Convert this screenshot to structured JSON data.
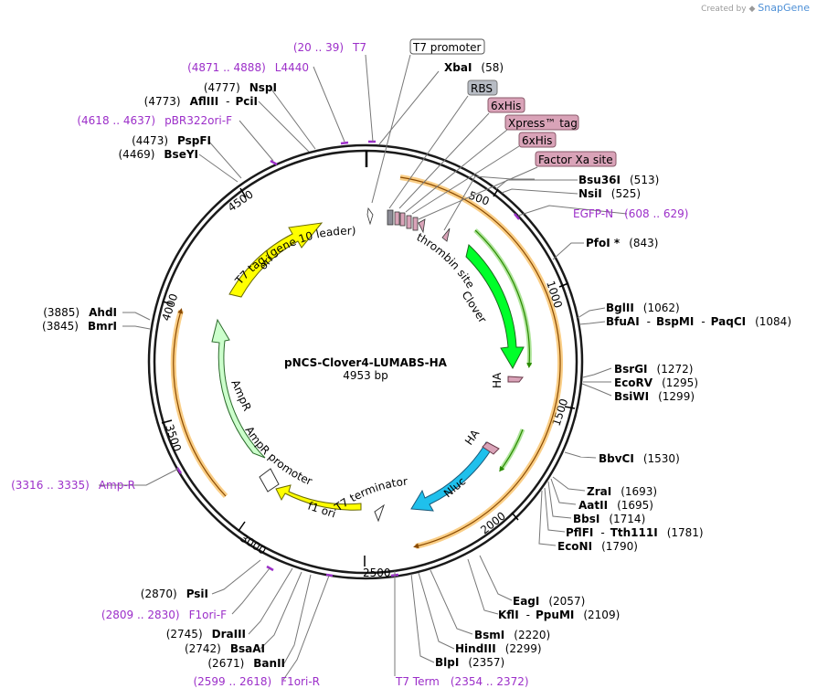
{
  "credit": {
    "created_by": "Created by",
    "brand": "SnapGene"
  },
  "plasmid": {
    "name": "pNCS-Clover4-LUMABS-HA",
    "size_label": "4953 bp"
  },
  "ticks": {
    "t500": "500",
    "t1000": "1000",
    "t1500": "1500",
    "t2000": "2000",
    "t2500": "2500",
    "t3000": "3000",
    "t3500": "3500",
    "t4000": "4000",
    "t4500": "4500"
  },
  "inner_labels": {
    "t7tag": "T7 tag (gene 10 leader)",
    "thrombin": "thrombin site",
    "clover": "Clover",
    "ha1": "HA",
    "ha2": "HA",
    "nluc": "Nluc",
    "t7term": "T7 terminator",
    "f1ori": "f1 ori",
    "amprprom": "AmpR promoter",
    "ampr": "AmpR",
    "ori": "ori"
  },
  "boxed": {
    "t7promoter": "T7 promoter",
    "rbs": "RBS",
    "his1": "6xHis",
    "xpress": "Xpress™ tag",
    "his2": "6xHis",
    "factorxa": "Factor Xa site"
  },
  "primers": {
    "t7": {
      "pos": "(20 .. 39)",
      "name": "T7"
    },
    "l4440": {
      "pos": "(4871 .. 4888)",
      "name": "L4440"
    },
    "pbr322": {
      "pos": "(4618 .. 4637)",
      "name": "pBR322ori-F"
    },
    "egfpn": {
      "name": "EGFP-N",
      "pos": "(608 .. 629)"
    },
    "ampr": {
      "pos": "(3316 .. 3335)",
      "name": "Amp-R"
    },
    "f1orif": {
      "pos": "(2809 .. 2830)",
      "name": "F1ori-F"
    },
    "f1orir": {
      "pos": "(2599 .. 2618)",
      "name": "F1ori-R"
    },
    "t7term": {
      "name": "T7 Term",
      "pos": "(2354 .. 2372)"
    }
  },
  "sites": {
    "xbai": {
      "name": "XbaI",
      "pos": "(58)"
    },
    "nspi": {
      "pos": "(4777)",
      "name": "NspI"
    },
    "afliii": {
      "pos": "(4773)",
      "name": "AflIII",
      "sep": "-",
      "name2": "PciI"
    },
    "pspfi": {
      "pos": "(4473)",
      "name": "PspFI"
    },
    "bseyi": {
      "pos": "(4469)",
      "name": "BseYI"
    },
    "bsu36i": {
      "name": "Bsu36I",
      "pos": "(513)"
    },
    "nsii": {
      "name": "NsiI",
      "pos": "(525)"
    },
    "pfoi": {
      "name": "PfoI *",
      "pos": "(843)"
    },
    "bglii": {
      "name": "BglII",
      "pos": "(1062)"
    },
    "bfuai": {
      "name": "BfuAI",
      "sep": "-",
      "name2": "BspMI",
      "sep2": "-",
      "name3": "PaqCI",
      "pos": "(1084)"
    },
    "bsrgi": {
      "name": "BsrGI",
      "pos": "(1272)"
    },
    "ecorv": {
      "name": "EcoRV",
      "pos": "(1295)"
    },
    "bsiwi": {
      "name": "BsiWI",
      "pos": "(1299)"
    },
    "bbvci": {
      "name": "BbvCI",
      "pos": "(1530)"
    },
    "zrai": {
      "name": "ZraI",
      "pos": "(1693)"
    },
    "aatii": {
      "name": "AatII",
      "pos": "(1695)"
    },
    "bbsi": {
      "name": "BbsI",
      "pos": "(1714)"
    },
    "pflfi": {
      "name": "PflFI",
      "sep": "-",
      "name2": "Tth111I",
      "pos": "(1781)"
    },
    "econi": {
      "name": "EcoNI",
      "pos": "(1790)"
    },
    "eagi": {
      "name": "EagI",
      "pos": "(2057)"
    },
    "kfli": {
      "name": "KflI",
      "sep": "-",
      "name2": "PpuMI",
      "pos": "(2109)"
    },
    "bsmi": {
      "name": "BsmI",
      "pos": "(2220)"
    },
    "hindiii": {
      "name": "HindIII",
      "pos": "(2299)"
    },
    "blpi": {
      "name": "BlpI",
      "pos": "(2357)"
    },
    "ahdi": {
      "pos": "(3885)",
      "name": "AhdI"
    },
    "bmri": {
      "pos": "(3845)",
      "name": "BmrI"
    },
    "psii": {
      "pos": "(2870)",
      "name": "PsiI"
    },
    "draiii": {
      "pos": "(2745)",
      "name": "DraIII"
    },
    "bsaai": {
      "pos": "(2742)",
      "name": "BsaAI"
    },
    "banii": {
      "pos": "(2671)",
      "name": "BanII"
    }
  },
  "colors": {
    "backbone": "#1a1a1a",
    "orf_orange": "#f5a623",
    "clover": "#00ff2a",
    "nluc": "#1fc0ec",
    "ori_yellow": "#ffff00",
    "ampr_light_green": "#ccffcc",
    "primer_purple": "#9c2fc9",
    "feature_pink": "#d9a3b8",
    "rbs_gray": "#b7bcc4"
  }
}
